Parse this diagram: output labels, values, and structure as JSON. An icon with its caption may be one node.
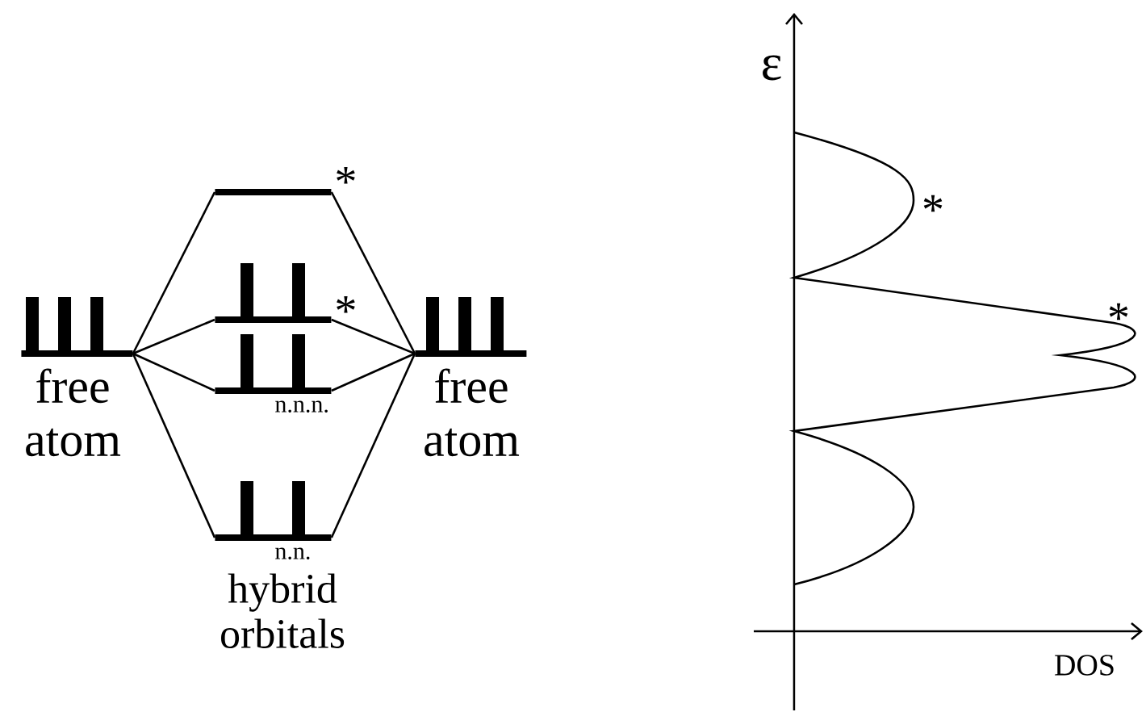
{
  "diagram": {
    "nodes": [
      {
        "text": [],
        "shape": "bar",
        "beside": [
          "free atom"
        ]
      },
      {
        "text": [],
        "shape": "bar",
        "beside": [
          "*"
        ]
      },
      {
        "text": [],
        "shape": "bar",
        "beside": [
          "*"
        ]
      },
      {
        "text": [],
        "shape": "bar",
        "beside": [
          "n.n.n."
        ]
      },
      {
        "text": [],
        "shape": "bar",
        "beside": [
          "n.n."
        ]
      },
      {
        "text": [],
        "shape": "bar",
        "beside": [
          "free atom"
        ]
      }
    ],
    "edges": [
      {
        "from": 0,
        "to": 1,
        "arrow": "none"
      },
      {
        "from": 0,
        "to": 2,
        "arrow": "none"
      },
      {
        "from": 0,
        "to": 3,
        "arrow": "none"
      },
      {
        "from": 0,
        "to": 4,
        "arrow": "none"
      },
      {
        "from": 1,
        "to": 5,
        "arrow": "none"
      },
      {
        "from": 2,
        "to": 5,
        "arrow": "none"
      },
      {
        "from": 3,
        "to": 5,
        "arrow": "none"
      },
      {
        "from": 4,
        "to": 5,
        "arrow": "none"
      }
    ],
    "labels": [
      "hybrid orbitals",
      "ε",
      "DOS",
      "*",
      "*"
    ]
  }
}
